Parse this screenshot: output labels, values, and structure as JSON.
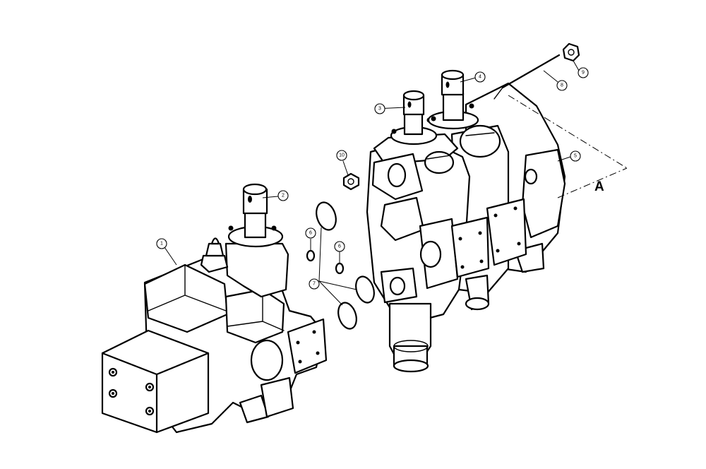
{
  "callouts": {
    "c1": "1",
    "c2": "2",
    "c3": "3",
    "c4": "4",
    "c5": "5",
    "c6": "6",
    "c6b": "6",
    "c7": "7",
    "c8": "8",
    "c9": "9",
    "c10": "10"
  },
  "reference_label": "A"
}
